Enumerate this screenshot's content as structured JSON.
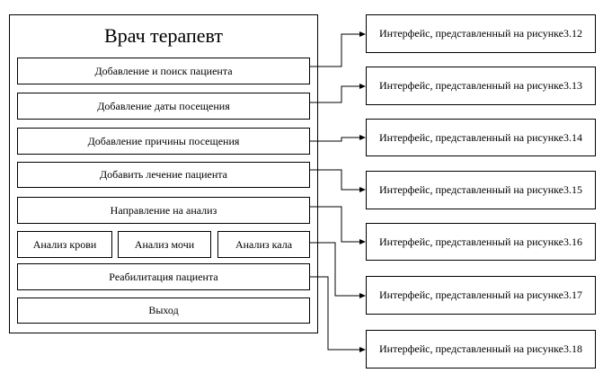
{
  "title": "Врач терапевт",
  "menu": {
    "add_search_patient": "Добавление и поиск пациента",
    "add_visit_date": "Добавление даты посещения",
    "add_visit_reason": "Добавление причины посещения",
    "add_treatment": "Добавить лечение пациента",
    "referral": "Направление на анализ",
    "blood_test": "Анализ крови",
    "urine_test": "Анализ мочи",
    "stool_test": "Анализ кала",
    "rehabilitation": "Реабилитация пациента",
    "exit": "Выход"
  },
  "interfaces": [
    {
      "text": "Интерфейс, представленный на рисунке",
      "number": "3.12"
    },
    {
      "text": "Интерфейс, представленный на рисунке",
      "number": "3.13"
    },
    {
      "text": "Интерфейс, представленный на рисунке",
      "number": "3.14"
    },
    {
      "text": "Интерфейс, представленный на рисунке",
      "number": "3.15"
    },
    {
      "text": "Интерфейс, представленный на рисунке",
      "number": "3.16"
    },
    {
      "text": "Интерфейс, представленный на рисунке",
      "number": "3.17"
    },
    {
      "text": "Интерфейс, представленный на рисунке",
      "number": "3.18"
    }
  ]
}
